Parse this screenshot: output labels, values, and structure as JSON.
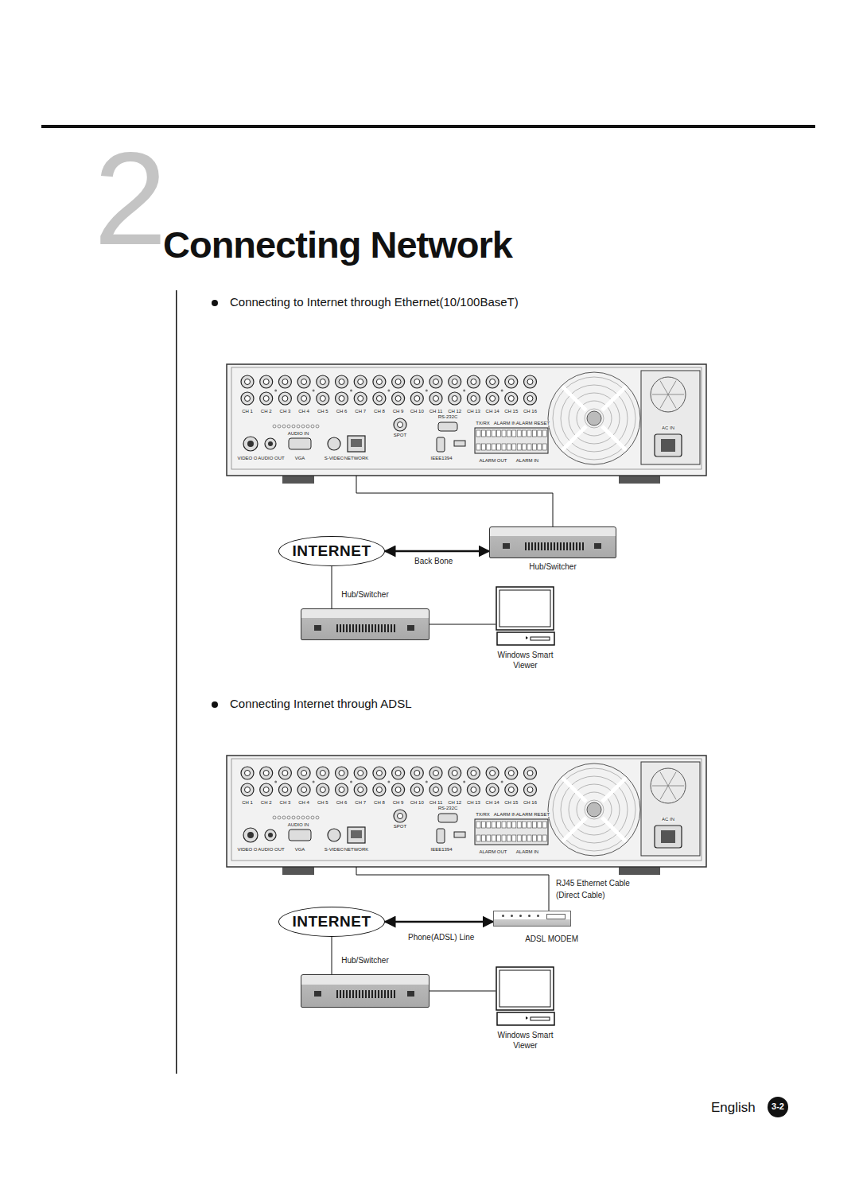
{
  "diagram": {
    "title": "Connecting Network",
    "nodes": [
      {
        "text": [
          "CH 1",
          "CH 2",
          "CH 3",
          "CH 4",
          "CH 5",
          "CH 6",
          "CH 7",
          "CH 8",
          "CH 9",
          "CH 10",
          "CH 11",
          "CH 12",
          "CH 13",
          "CH 14",
          "CH 15",
          "CH 16",
          "VIDEO OUT",
          "AUDIO OUT",
          "VGA",
          "S-VIDEO",
          "NETWORK",
          "AUDIO IN",
          "SPOT",
          "IEEE1394",
          "RS-232C",
          "TX/RX",
          "ALARM IN",
          "ALARM RESET",
          "ALARM OUT",
          "ALARM IN",
          "AC IN"
        ]
      },
      {
        "text": [
          "INTERNET"
        ]
      },
      {
        "text": [
          "Hub/Switcher"
        ]
      },
      {
        "text": [
          "Hub/Switcher"
        ]
      },
      {
        "text": [
          "Windows Smart Viewer"
        ]
      },
      {
        "text": [
          "CH 1",
          "CH 2",
          "CH 3",
          "CH 4",
          "CH 5",
          "CH 6",
          "CH 7",
          "CH 8",
          "CH 9",
          "CH 10",
          "CH 11",
          "CH 12",
          "CH 13",
          "CH 14",
          "CH 15",
          "CH 16",
          "VIDEO OUT",
          "AUDIO OUT",
          "VGA",
          "S-VIDEO",
          "NETWORK",
          "AUDIO IN",
          "SPOT",
          "IEEE1394",
          "RS-232C",
          "TX/RX",
          "ALARM IN",
          "ALARM RESET",
          "ALARM OUT",
          "ALARM IN",
          "AC IN"
        ]
      },
      {
        "text": [
          "INTERNET"
        ]
      },
      {
        "text": [
          "ADSL MODEM"
        ]
      },
      {
        "text": [
          "Hub/Switcher"
        ]
      },
      {
        "text": [
          "Windows Smart Viewer"
        ]
      }
    ],
    "edges": [
      {
        "from": 0,
        "to": 2,
        "arrow": "none"
      },
      {
        "from": 1,
        "to": 2,
        "label": "Back Bone",
        "arrow": "both"
      },
      {
        "from": 1,
        "to": 3,
        "arrow": "none"
      },
      {
        "from": 3,
        "to": 4,
        "arrow": "none"
      },
      {
        "from": 5,
        "to": 7,
        "label": "RJ45 Ethernet Cable (Direct Cable)",
        "arrow": "none"
      },
      {
        "from": 6,
        "to": 7,
        "label": "Phone(ADSL) Line",
        "arrow": "both"
      },
      {
        "from": 6,
        "to": 8,
        "arrow": "none"
      },
      {
        "from": 8,
        "to": 9,
        "arrow": "none"
      }
    ],
    "labels": [
      "2",
      "Connecting to Internet through Ethernet(10/100BaseT)",
      "Connecting Internet through ADSL",
      "English",
      "3-2"
    ]
  }
}
